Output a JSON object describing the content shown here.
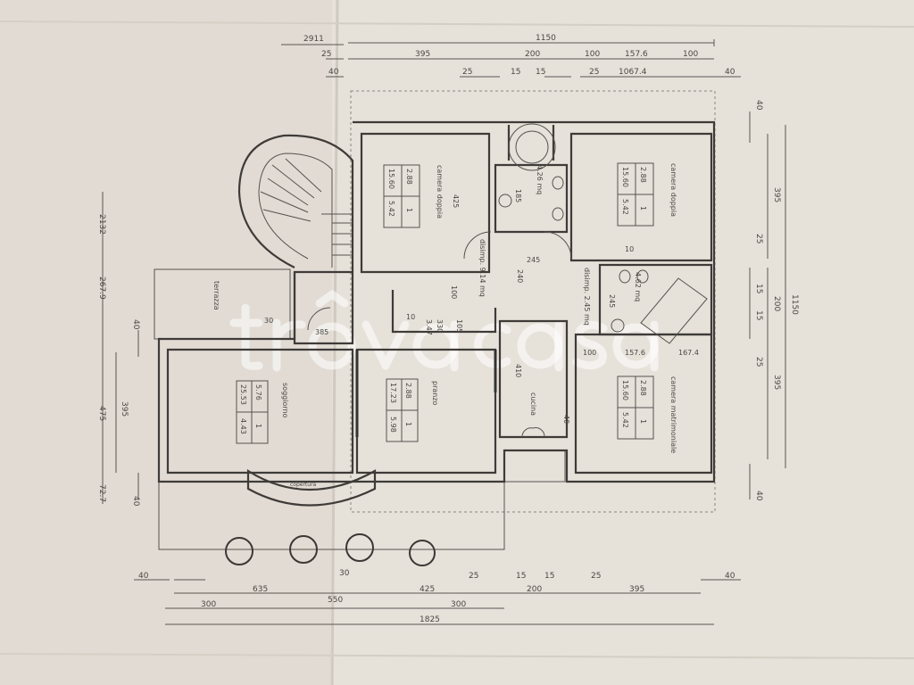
{
  "watermark": "trovacasa",
  "dimensions": {
    "top": {
      "total": "1150",
      "offset": "2911",
      "row2": [
        "25",
        "395",
        "200",
        "100",
        "157.6",
        "100"
      ],
      "row3": [
        "40",
        "25",
        "15",
        "15",
        "25",
        "1067.4",
        "40"
      ]
    },
    "bottom": {
      "row1": [
        "40",
        "30",
        "25",
        "15",
        "15",
        "25",
        "40"
      ],
      "row2": [
        "635",
        "425",
        "200",
        "395"
      ],
      "row3": [
        "300",
        "550",
        "300"
      ],
      "total": "1825"
    },
    "right": {
      "total": "1150",
      "segments": [
        "40",
        "395",
        "25",
        "15",
        "200",
        "15",
        "25",
        "395",
        "40"
      ]
    },
    "left": {
      "outer": [
        "2132",
        "267.9",
        "475",
        "72.7"
      ],
      "inner": [
        "40",
        "395",
        "40"
      ]
    }
  },
  "rooms": [
    {
      "name": "camera doppia",
      "h": "2.88",
      "area": "15.60",
      "count": "1",
      "width": "5.42"
    },
    {
      "name": "camera doppia",
      "h": "2.88",
      "area": "15.60",
      "count": "1",
      "width": "5.42"
    },
    {
      "name": "soggiorno",
      "h": "5.76",
      "area": "25.53",
      "count": "1",
      "width": "4.43"
    },
    {
      "name": "pranzo",
      "h": "2.88",
      "area": "17.23",
      "count": "1",
      "width": "5.98"
    },
    {
      "name": "cucina",
      "dim": "410",
      "side": "40"
    },
    {
      "name": "camera matrimoniale",
      "h": "2.88",
      "area": "15.60",
      "count": "1",
      "width": "5.42"
    }
  ],
  "annotations": {
    "bath1_area": "4.26 mq",
    "bath1_dim": "185",
    "disimpegno1": "disimp. 9.14 mq",
    "dis1_w": "245",
    "dis1_h": "240",
    "disimpegno2": "disimp. 2.45 mq",
    "dis2_dim": "245",
    "bath2_area": "4.62 mq",
    "hall": "385",
    "wall_425": "425",
    "ten": "10",
    "hundred": "100",
    "hall2": "3.47",
    "hall2_dim": "330",
    "d105": "105",
    "stair_dim": "30",
    "terrace": "terrazza",
    "bottom_mid": "100",
    "bottom_157": "157.6",
    "bottom_167": "167.4",
    "canopy": "copertura"
  }
}
